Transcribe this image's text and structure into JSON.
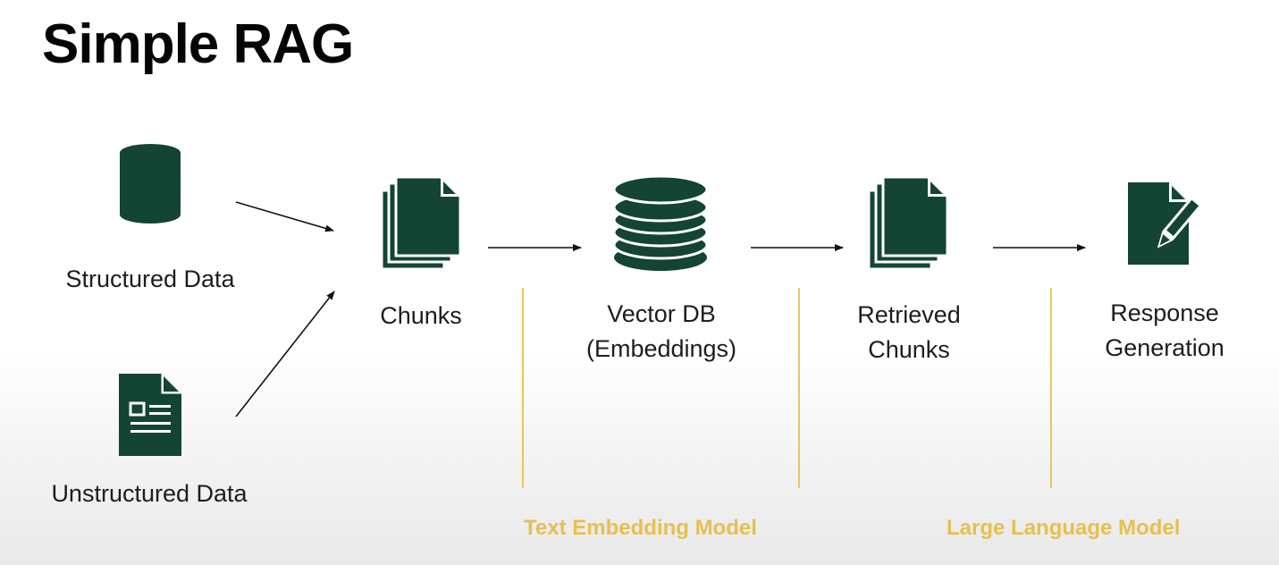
{
  "title": "Simple RAG",
  "nodes": {
    "structured_data": "Structured Data",
    "unstructured_data": "Unstructured Data",
    "chunks": "Chunks",
    "vector_db_line1": "Vector DB",
    "vector_db_line2": "(Embeddings)",
    "retrieved_line1": "Retrieved",
    "retrieved_line2": "Chunks",
    "response_line1": "Response",
    "response_line2": "Generation"
  },
  "models": {
    "text_embedding": "Text Embedding Model",
    "llm": "Large Language Model"
  },
  "colors": {
    "icon": "#144434",
    "accent": "#e6c04f"
  }
}
